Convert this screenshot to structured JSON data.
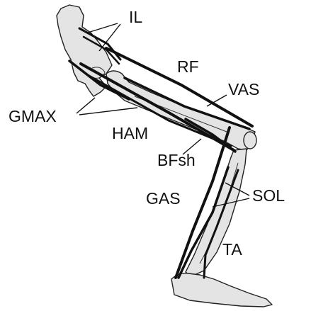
{
  "muscles": {
    "il": "IL",
    "rf": "RF",
    "vas": "VAS",
    "gmax": "GMAX",
    "ham": "HAM",
    "bfsh": "BFsh",
    "gas": "GAS",
    "sol": "SOL",
    "ta": "TA"
  }
}
